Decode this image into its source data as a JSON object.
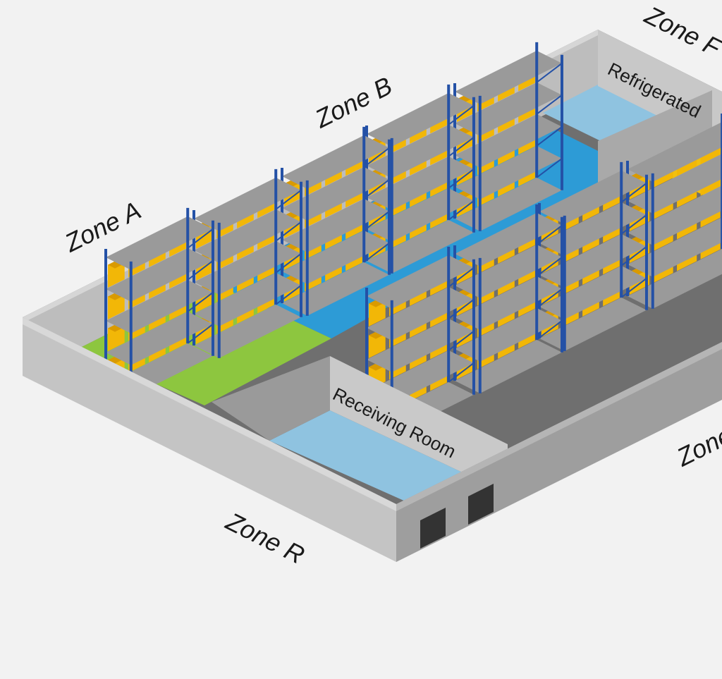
{
  "zones": {
    "zone_a": "Zone A",
    "zone_b": "Zone B",
    "zone_f": "Zone F",
    "zone_r": "Zone R",
    "zone_right": "Zone"
  },
  "rooms": {
    "receiving": "Receiving Room",
    "refrigerated": "Refrigerated"
  },
  "colors": {
    "background": "#f2f2f2",
    "wall_outer": "#c4c4c4",
    "wall_inner": "#a8a8a8",
    "wall_shadow": "#9a9a9a",
    "floor_dark": "#6f6f6f",
    "floor_zone_a": "#8dc63f",
    "floor_zone_b": "#2d9bd6",
    "floor_receiving": "#8fc3e0",
    "floor_refrigerated": "#8fc3e0",
    "zone_f_floor": "#f2c00f",
    "rack_upright": "#2451a6",
    "shelf": "#9a9a9a",
    "box": "#f2b707",
    "box_dark": "#d99a00",
    "door": "#333333"
  },
  "icons": {
    "dock_door": "roll-up-door-icon",
    "rack": "pallet-rack-icon"
  }
}
